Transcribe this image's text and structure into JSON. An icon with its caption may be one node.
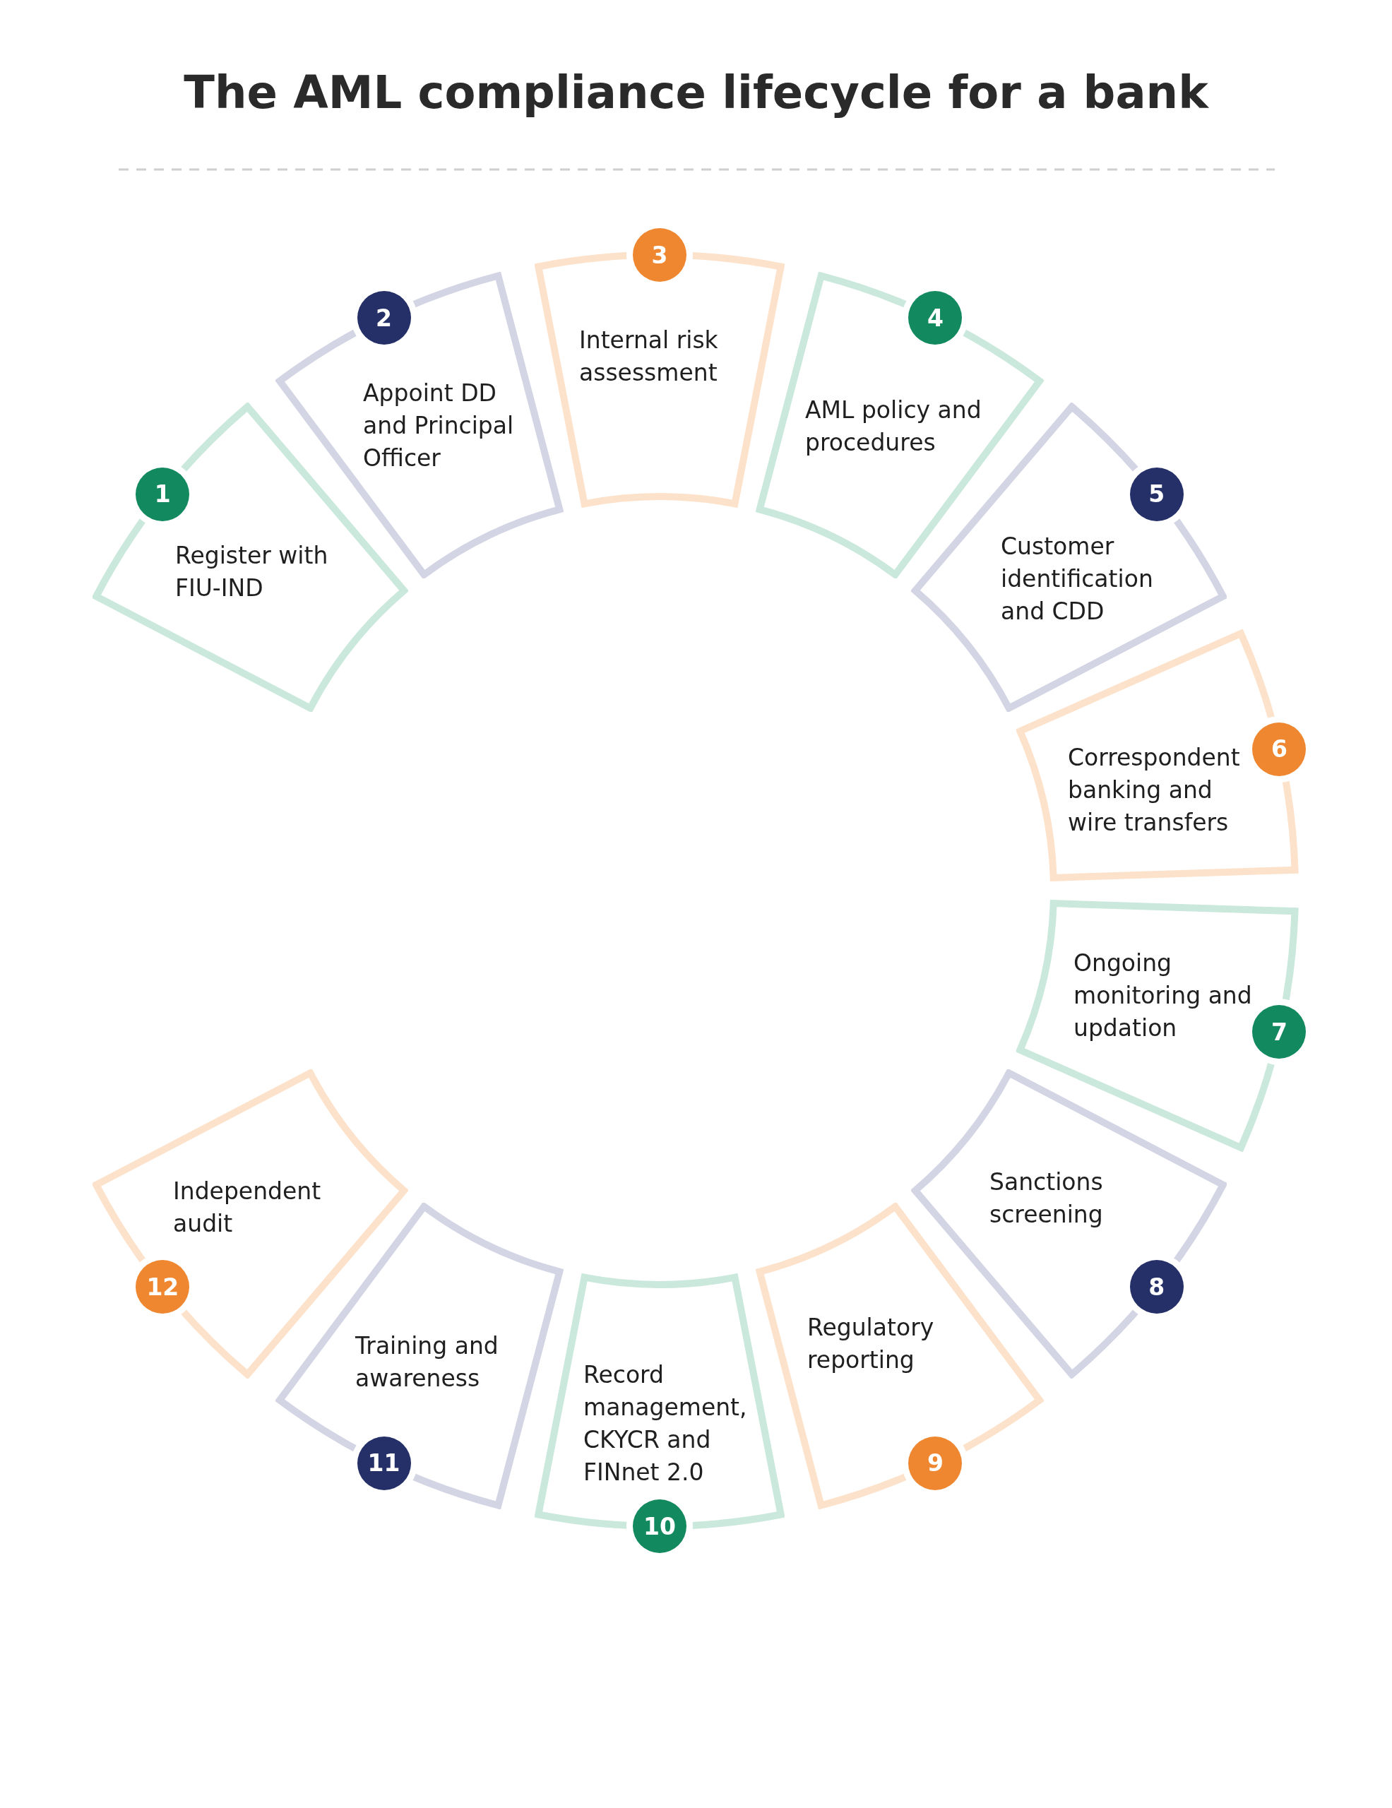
{
  "diagram": {
    "title": "The AML compliance lifecycle for a bank",
    "nodes": [
      {
        "text": [
          "1",
          "Register with FIU-IND"
        ]
      },
      {
        "text": [
          "2",
          "Appoint DD and Principal Officer"
        ]
      },
      {
        "text": [
          "3",
          "Internal risk assessment"
        ]
      },
      {
        "text": [
          "4",
          "AML policy and procedures"
        ]
      },
      {
        "text": [
          "5",
          "Customer identification and CDD"
        ]
      },
      {
        "text": [
          "6",
          "Correspondent banking and wire transfers"
        ]
      },
      {
        "text": [
          "Ongoing monitoring and updation",
          "7"
        ]
      },
      {
        "text": [
          "Sanctions screening",
          "8"
        ]
      },
      {
        "text": [
          "Regulatory reporting",
          "9"
        ]
      },
      {
        "text": [
          "Record management, CKYCR and FINnet 2.0",
          "10"
        ]
      },
      {
        "text": [
          "Training and awareness",
          "11"
        ]
      },
      {
        "text": [
          "Independent audit",
          "12"
        ]
      }
    ]
  }
}
